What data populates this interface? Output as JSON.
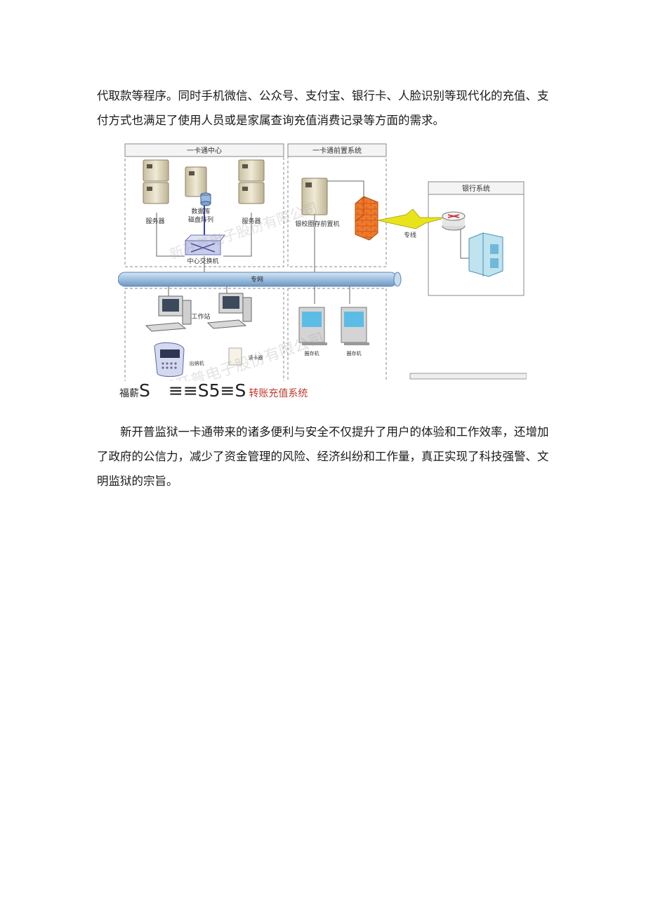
{
  "paragraphs": [
    "代取款等程序。同时手机微信、公众号、支付宝、银行卡、人脸识别等现代化的充值、支付方式也满足了使用人员或是家属查询充值消费记录等方面的需求。",
    "新开普监狱一卡通带来的诸多便利与安全不仅提升了用户的体验和工作效率，还增加了政府的公信力，减少了资金管理的风险、经济纠纷和工作量，真正实现了科技强警、文明监狱的宗旨。"
  ],
  "diagram": {
    "center_title": "一卡通中心",
    "front_title": "一卡通前置系统",
    "bank_title": "银行系统",
    "server_left": "服务器",
    "server_right": "服务器",
    "db_label_1": "数据库",
    "db_label_2": "磁盘阵列",
    "switch_label": "中心交换机",
    "front_server_label": "银校圈存前置机",
    "dedicated_line": "专线",
    "network_label": "专网",
    "workstation_label": "工作站",
    "teller_label": "出纳机",
    "reader_label": "读卡器",
    "kiosk_left_label": "圈存机",
    "kiosk_right_label": "圈存机",
    "watermark": "新开普电子股份有限公司",
    "colors": {
      "firewall": "#f07a2a",
      "network": "#a9c6e2",
      "bolt": "#e8e41a",
      "screen": "#5bbde6",
      "server": "#ddd5bf"
    }
  },
  "caption": {
    "prefix": "福薪",
    "garbled_1": "S",
    "garbled_2": "≡≡S5≡S",
    "suffix": "转账充值系统"
  }
}
